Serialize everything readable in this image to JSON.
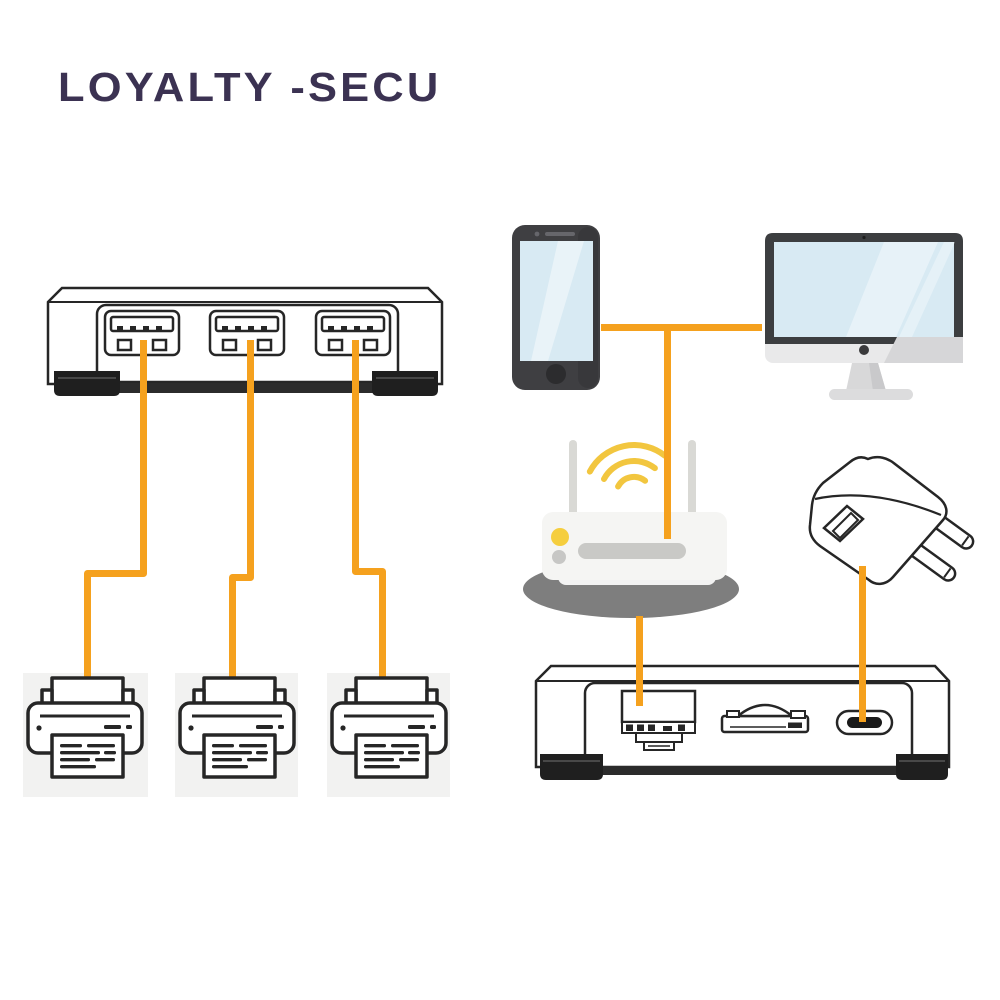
{
  "brand": {
    "logo_text": "LOYALTY -SECU"
  },
  "colors": {
    "logo": "#3b3252",
    "cable": "#f5a11e",
    "wifi": "#f2c63f",
    "ink": "#262626",
    "screen": "#d8eaf3",
    "shadow": "#7e7e7e",
    "printer_bg": "#f2f2f1"
  },
  "diagram": {
    "nodes": [
      {
        "id": "usb-hub",
        "icon": "usb-hub-icon",
        "label": "USB hub with 3 USB-A ports"
      },
      {
        "id": "printer-1",
        "icon": "printer-icon",
        "label": "Printer"
      },
      {
        "id": "printer-2",
        "icon": "printer-icon",
        "label": "Printer"
      },
      {
        "id": "printer-3",
        "icon": "printer-icon",
        "label": "Printer"
      },
      {
        "id": "smartphone",
        "icon": "smartphone-icon",
        "label": "Smartphone"
      },
      {
        "id": "computer",
        "icon": "desktop-monitor-icon",
        "label": "Desktop computer"
      },
      {
        "id": "wifi-router",
        "icon": "wifi-router-icon",
        "label": "Wi-Fi router"
      },
      {
        "id": "power-adapter",
        "icon": "usb-power-adapter-icon",
        "label": "USB wall power adapter"
      },
      {
        "id": "print-server",
        "icon": "print-server-icon",
        "label": "Print server box with LAN port, SD slot and USB-C port"
      }
    ],
    "connections": [
      {
        "from": "usb-hub-port-1",
        "to": "printer-1",
        "style": "orange-cable"
      },
      {
        "from": "usb-hub-port-2",
        "to": "printer-2",
        "style": "orange-cable"
      },
      {
        "from": "usb-hub-port-3",
        "to": "printer-3",
        "style": "orange-cable"
      },
      {
        "from": "smartphone",
        "to": "computer",
        "style": "orange-cable"
      },
      {
        "from": "smartphone-computer-link",
        "to": "wifi-router",
        "style": "orange-cable"
      },
      {
        "from": "wifi-router",
        "to": "print-server-lan-port",
        "style": "orange-cable"
      },
      {
        "from": "power-adapter",
        "to": "print-server-usb-c-port",
        "style": "orange-cable"
      }
    ]
  }
}
